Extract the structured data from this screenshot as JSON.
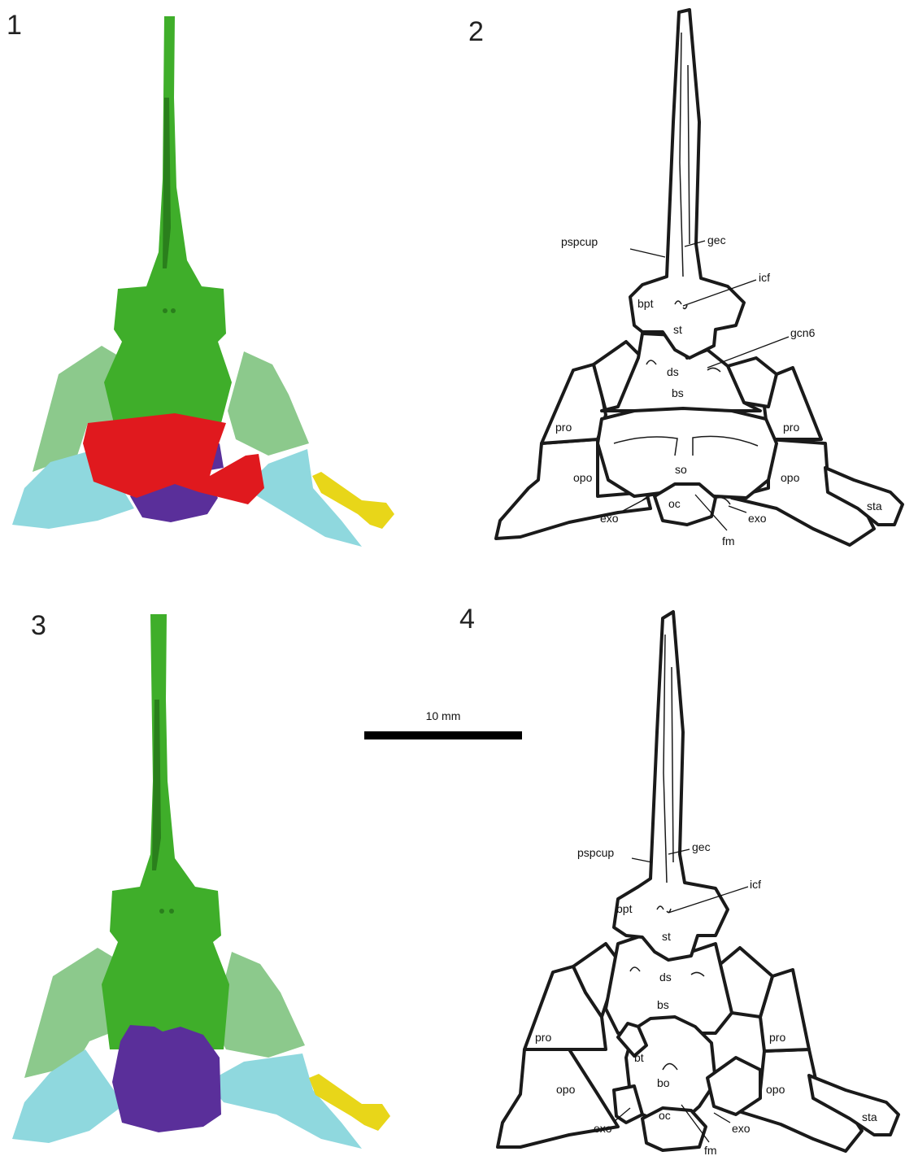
{
  "panels": [
    {
      "number": "1",
      "type": "3d-reconstruction",
      "view": "with supraoccipital"
    },
    {
      "number": "2",
      "type": "line-drawing",
      "view": "with supraoccipital"
    },
    {
      "number": "3",
      "type": "3d-reconstruction",
      "view": "supraoccipital removed"
    },
    {
      "number": "4",
      "type": "line-drawing",
      "view": "supraoccipital removed"
    }
  ],
  "colors": {
    "parasphenoid": "#3fae2a",
    "parasphenoid_dark": "#2a7f1c",
    "prootic": "#8cc98c",
    "supraoccipital": "#e0191e",
    "basioccipital": "#5a2f9a",
    "opisthotic": "#8fd8de",
    "stapes": "#e8d619",
    "outline": "#1a1a1a"
  },
  "scale_bar": {
    "label": "10 mm"
  },
  "panel2_labels": {
    "pspcup": "pspcup",
    "gec": "gec",
    "icf": "icf",
    "bpt": "bpt",
    "st": "st",
    "gcn6": "gcn6",
    "ds": "ds",
    "bs": "bs",
    "pro_left": "pro",
    "pro_right": "pro",
    "so": "so",
    "opo_left": "opo",
    "opo_right": "opo",
    "sta": "sta",
    "exo_left": "exo",
    "exo_right": "exo",
    "oc": "oc",
    "fm": "fm"
  },
  "panel4_labels": {
    "pspcup": "pspcup",
    "gec": "gec",
    "icf": "icf",
    "bpt": "bpt",
    "st": "st",
    "ds": "ds",
    "bs": "bs",
    "pro_left": "pro",
    "pro_right": "pro",
    "bt": "bt",
    "bo": "bo",
    "opo_left": "opo",
    "opo_right": "opo",
    "sta": "sta",
    "exo_left": "exo",
    "exo_right": "exo",
    "oc": "oc",
    "fm": "fm"
  }
}
